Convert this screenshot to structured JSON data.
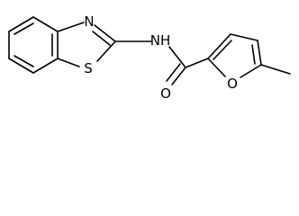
{
  "molecule": {
    "atoms": {
      "n_thiazole": "N",
      "s_thiazole": "S",
      "nh_amide": "NH",
      "o_carbonyl": "O",
      "o_furan": "O"
    }
  }
}
